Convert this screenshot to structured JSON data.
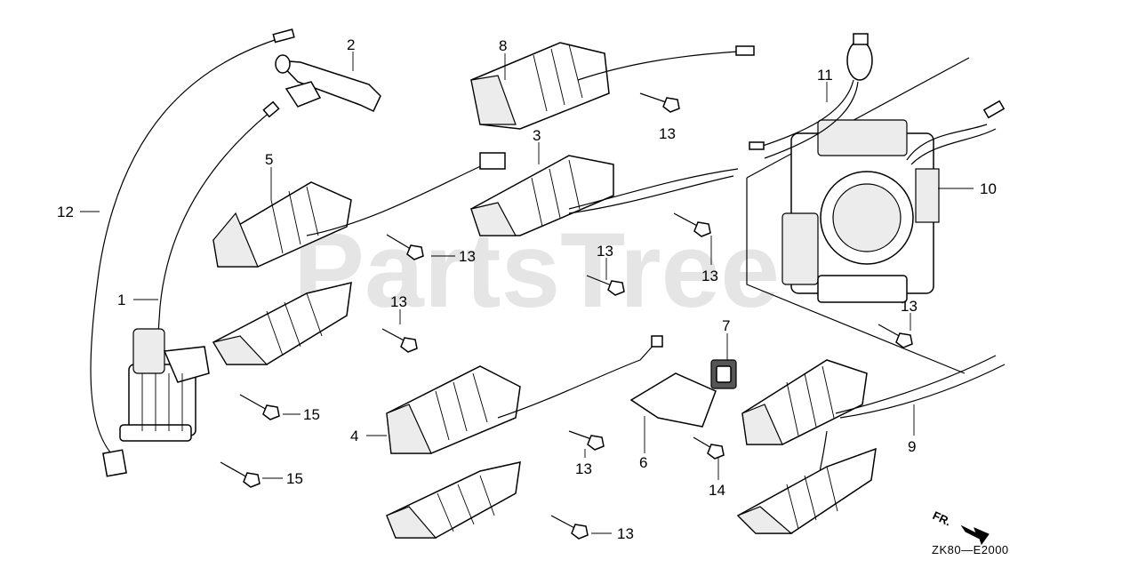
{
  "watermark": "PartsTree",
  "diagram_code": "ZK80—E2000",
  "direction_label": "FR.",
  "callouts": {
    "c1": "1",
    "c2": "2",
    "c3": "3",
    "c4": "4",
    "c5": "5",
    "c6": "6",
    "c7": "7",
    "c8": "8",
    "c9": "9",
    "c10": "10",
    "c11": "11",
    "c12": "12",
    "c13a": "13",
    "c13b": "13",
    "c13c": "13",
    "c13d": "13",
    "c13e": "13",
    "c13f": "13",
    "c13g": "13",
    "c13h": "13",
    "c14": "14",
    "c15a": "15",
    "c15b": "15"
  },
  "icons": {
    "direction": "arrow-right-down-icon"
  }
}
